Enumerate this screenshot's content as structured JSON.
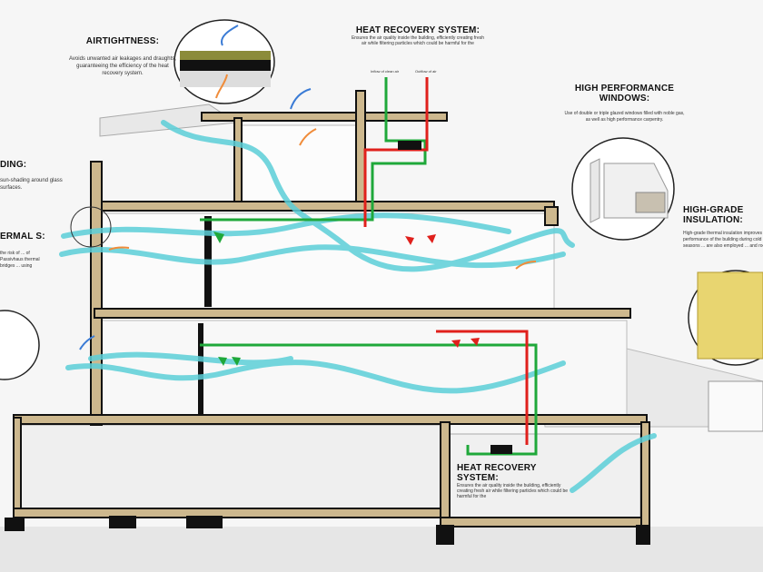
{
  "labels": {
    "airtightness": {
      "title": "AIRTIGHTNESS:",
      "text": "Avoids unwanted air leakages and draughts, guaranteeing the efficiency of the heat recovery system."
    },
    "heat_recovery_top": {
      "title": "HEAT RECOVERY SYSTEM:",
      "text": "Ensures the air quality inside the building, efficiently creating fresh air while filtering particles which could be harmful for the",
      "inflow": "Inflow of clean air",
      "outflow": "Outflow of air"
    },
    "windows": {
      "title": "HIGH PERFORMANCE WINDOWS:",
      "text": "Use of double or triple glazed windows filled with noble gas, as well as high performance carpentry."
    },
    "insulation": {
      "title": "HIGH-GRADE INSULATION:",
      "text": "High-grade thermal insulation improves the performance of the building during cold seasons ... are also employed ... and roofs"
    },
    "shading": {
      "title": "DING:",
      "text": "sun-shading around glass surfaces."
    },
    "thermal": {
      "title": "ERMAL S:",
      "text": "the risk of ... of Passivhaus thermal bridges ... using"
    },
    "heat_recovery_bottom": {
      "title": "HEAT RECOVERY SYSTEM:",
      "text": "Ensures the air quality inside the building, efficiently creating fresh air while filtering particles which could be harmful for the"
    }
  },
  "colors": {
    "airflow": "#5ccfd8",
    "clean_air": "#1fa83a",
    "exhaust_air": "#e0201c",
    "structure": "#cdb88e",
    "outline": "#111111"
  }
}
